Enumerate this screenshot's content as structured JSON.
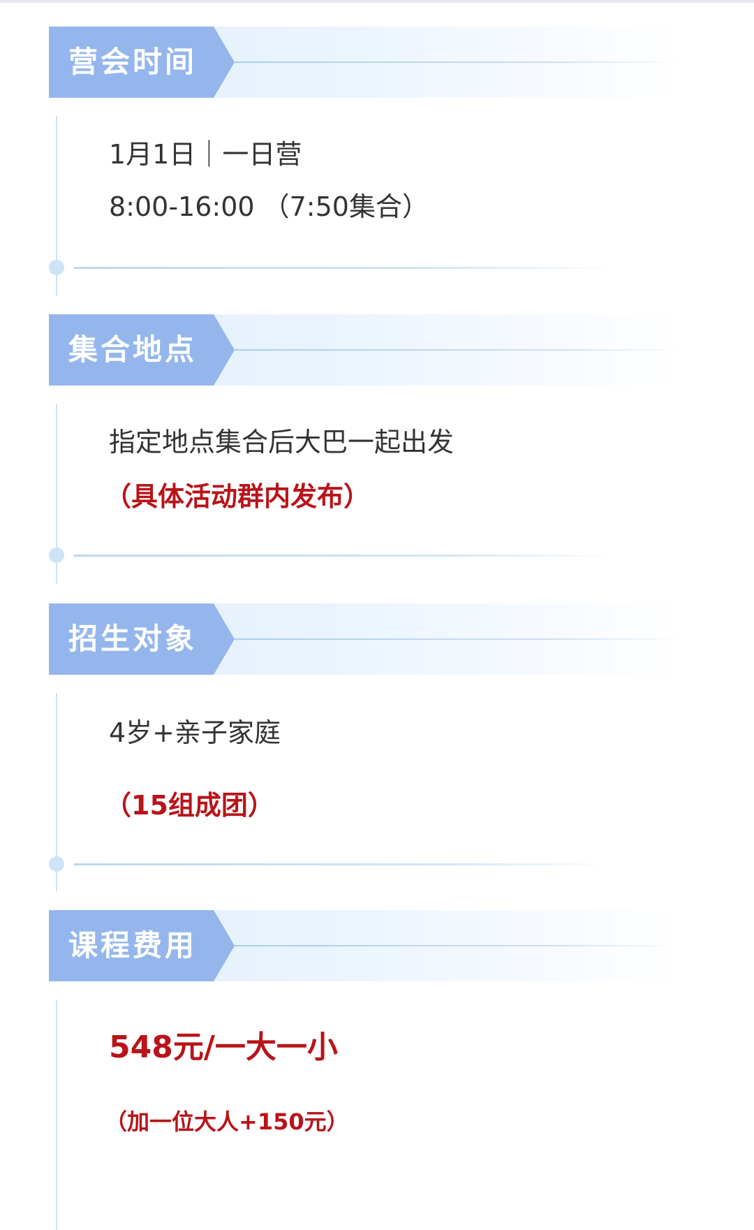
{
  "sections": [
    {
      "title": "营会时间",
      "lines": [
        "1月1日｜一日营",
        "8:00-16:00 （7:50集合）"
      ]
    },
    {
      "title": "集合地点",
      "lines": [
        "指定地点集合后大巴一起出发"
      ],
      "note": "（具体活动群内发布）"
    },
    {
      "title": "招生对象",
      "lines": [
        "4岁+亲子家庭"
      ],
      "note": "（15组成团）"
    },
    {
      "title": "课程费用",
      "price": "548元/一大一小",
      "note": "（加一位大人+150元）"
    }
  ],
  "colors": {
    "tag": "#94b6ec",
    "accent_red": "#b8141a",
    "line": "#cfe2f4"
  }
}
